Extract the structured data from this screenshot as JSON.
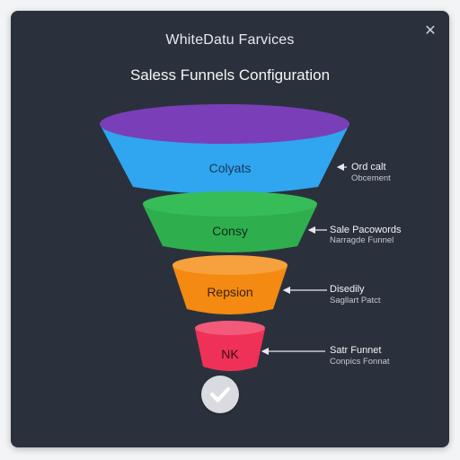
{
  "window": {
    "title": "WhiteDatu Farvices",
    "close_icon": "close-icon"
  },
  "page": {
    "title": "Saless Funnels Configuration"
  },
  "funnel": {
    "stages": [
      {
        "label": "Colyats",
        "color": "#2fa6ef",
        "annotation_title": "Ord calt",
        "annotation_sub": "Obcement"
      },
      {
        "label": "Consy",
        "color": "#2fae4e",
        "annotation_title": "Sale Pacowords",
        "annotation_sub": "Narragde Funnel"
      },
      {
        "label": "Repsion",
        "color": "#f48a12",
        "annotation_title": "Disedily",
        "annotation_sub": "Sagllart Patct"
      },
      {
        "label": "NK",
        "color": "#ef3157",
        "annotation_title": "Satr Funnet",
        "annotation_sub": "Conpics Fonnat"
      }
    ],
    "top_rim_color": "#7a3fb8"
  },
  "confirm": {
    "icon": "checkmark-icon"
  }
}
